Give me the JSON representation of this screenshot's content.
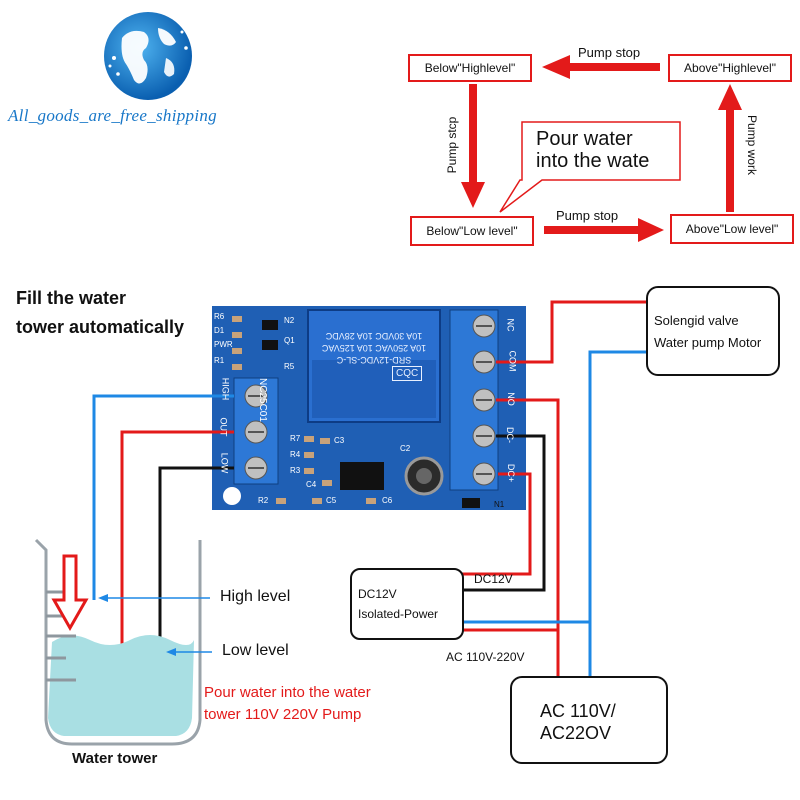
{
  "brand": {
    "name": "All_goods_are_free_shipping",
    "logo_icon": "globe-icon"
  },
  "flow": {
    "state_below_high": "Below\"Highlevel\"",
    "state_above_high": "Above\"Highlevel\"",
    "state_below_low": "Below\"Low level\"",
    "state_above_low": "Above\"Low level\"",
    "arrow_top": "Pump stop",
    "arrow_bottom": "Pump stop",
    "arrow_left": "Pump stcp",
    "arrow_right": "Pump work",
    "callout_line1": "Pour water",
    "callout_line2": "into the wate",
    "arrow_color": "#e31a1a"
  },
  "title": {
    "line1": "Fill the water",
    "line2": "tower automatically"
  },
  "board": {
    "color": "#1f5fb4",
    "relay_lines": [
      "SRD-12VDC-SL-C",
      "10A 250VAC  10A 125VAC",
      "10A 30VDC  10A 28VDC"
    ],
    "relay_cert": "CQC",
    "model": "NC25C01",
    "left_pins": [
      "HIGH",
      "OUT",
      "LOW"
    ],
    "right_pins": [
      "NC",
      "COM",
      "NO",
      "DC-",
      "DC+"
    ],
    "components": [
      "R6",
      "D1",
      "PWR",
      "R1",
      "N2",
      "Q1",
      "R5",
      "R7",
      "C3",
      "R4",
      "R3",
      "C4",
      "R2",
      "C5",
      "C2",
      "C6",
      "N1"
    ]
  },
  "devices": {
    "load_line1": "Solengid valve",
    "load_line2": "Water pump Motor",
    "psu_line1": "DC12V",
    "psu_line2": "Isolated-Power",
    "psu_wire_label": "DC12V",
    "ac_wire_label": "AC 110V-220V",
    "ac_line1": "AC 110V/",
    "ac_line2": "AC22OV"
  },
  "tank": {
    "high_label": "High level",
    "low_label": "Low level",
    "pour_line1": "Pour water into the water",
    "pour_line2": "tower 110V 220V Pump",
    "caption": "Water tower",
    "water_color": "#a9dfe3",
    "wire_red": "#e31a1a",
    "wire_blue": "#1e88e5"
  }
}
